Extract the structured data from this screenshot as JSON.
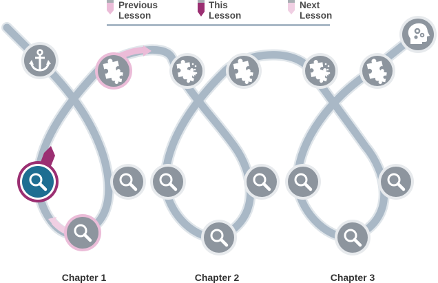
{
  "legend": {
    "previous": "Previous\nLesson",
    "current": "This\nLesson",
    "next": "Next\nLesson"
  },
  "chapters": [
    "Chapter 1",
    "Chapter 2",
    "Chapter 3"
  ],
  "colors": {
    "track": "#a9b8c6",
    "track_edge": "#dfe5ea",
    "node": "#8d959e",
    "node_ring": "#e7eaed",
    "icon": "#ffffff",
    "current_fill": "#1e6e92",
    "current_ring": "#9b2f72",
    "current_marker": "#9b2f72",
    "previous_marker": "#ebbcd8",
    "next_marker": "#f0cfe3",
    "previous_ring": "#ebbcd8",
    "legend_rule": "#a9b8c6"
  },
  "nodes": [
    {
      "id": "start",
      "icon": "anchor-icon",
      "state": "default"
    },
    {
      "id": "ch1-top",
      "icon": "puzzle-icon",
      "state": "previous"
    },
    {
      "id": "ch1-left",
      "icon": "magnifier-icon",
      "state": "current"
    },
    {
      "id": "ch1-bottom",
      "icon": "magnifier-icon",
      "state": "previous"
    },
    {
      "id": "ch1-right",
      "icon": "magnifier-icon",
      "state": "default"
    },
    {
      "id": "ch2-top-left",
      "icon": "puzzle-pieces-icon",
      "state": "default"
    },
    {
      "id": "ch2-top-right",
      "icon": "puzzle-icon",
      "state": "default"
    },
    {
      "id": "ch2-left",
      "icon": "magnifier-icon",
      "state": "default"
    },
    {
      "id": "ch2-bottom",
      "icon": "magnifier-icon",
      "state": "default"
    },
    {
      "id": "ch2-right",
      "icon": "magnifier-icon",
      "state": "default"
    },
    {
      "id": "ch3-top-left",
      "icon": "puzzle-pieces-icon",
      "state": "default"
    },
    {
      "id": "ch3-top-right",
      "icon": "puzzle-icon",
      "state": "default"
    },
    {
      "id": "ch3-left",
      "icon": "magnifier-icon",
      "state": "default"
    },
    {
      "id": "ch3-bottom",
      "icon": "magnifier-icon",
      "state": "default"
    },
    {
      "id": "ch3-right",
      "icon": "magnifier-icon",
      "state": "default"
    },
    {
      "id": "end",
      "icon": "head-gears-icon",
      "state": "default"
    }
  ]
}
